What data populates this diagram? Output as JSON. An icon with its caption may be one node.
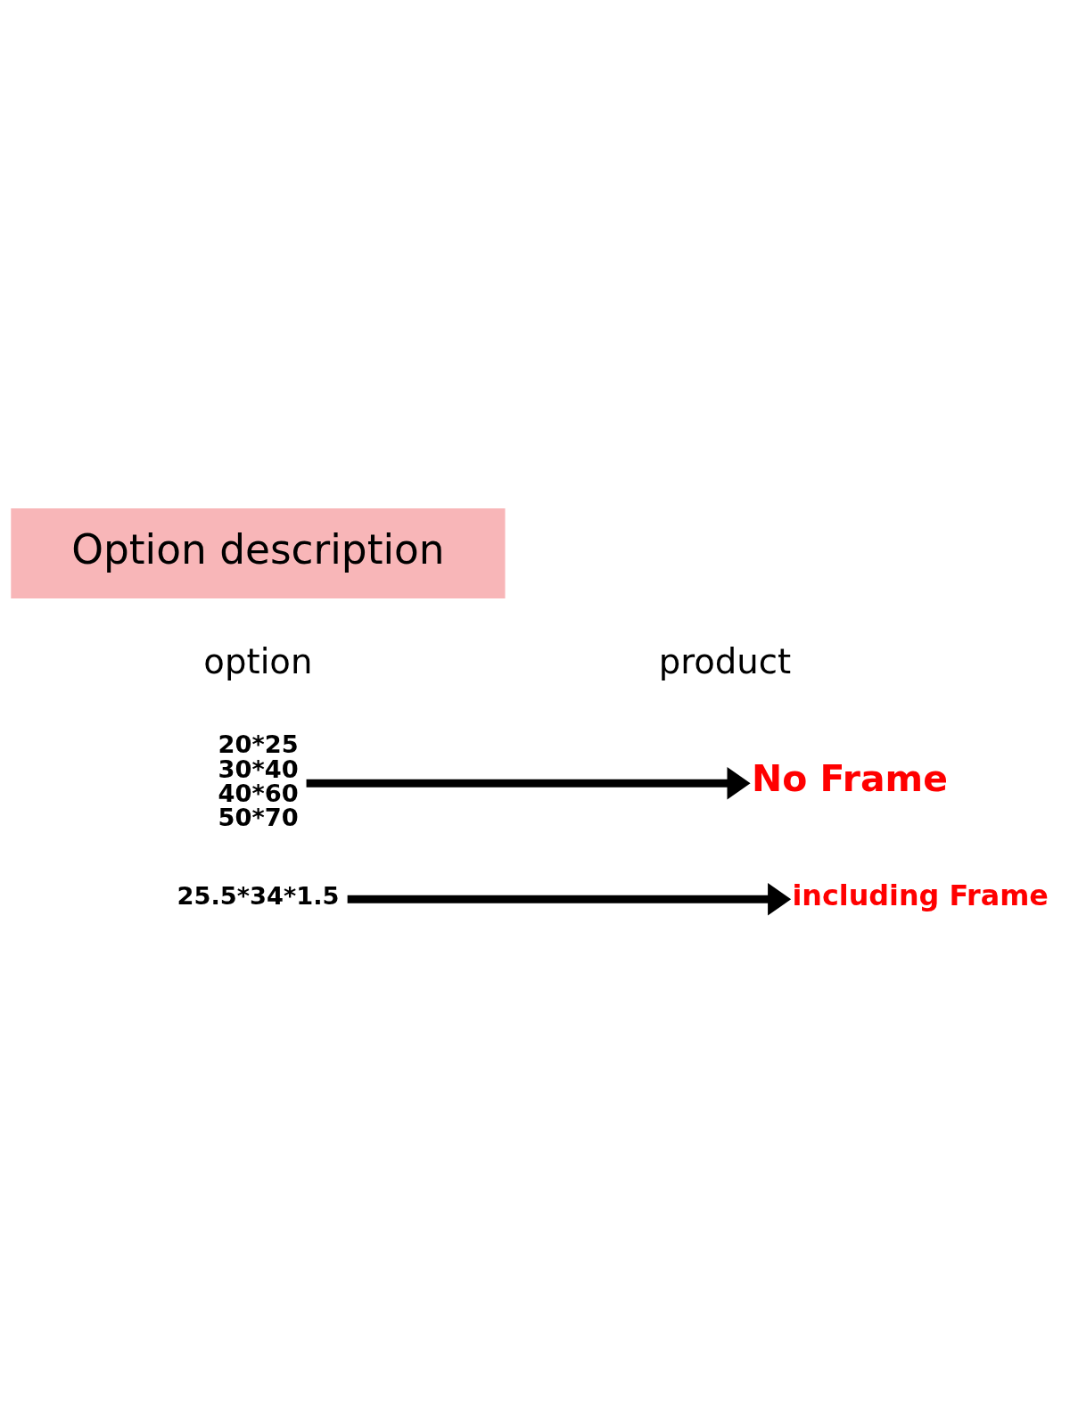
{
  "diagram": {
    "nodes": [
      {
        "text": [
          "Option description"
        ]
      },
      {
        "text": [
          "20*25",
          "30*40",
          "40*60",
          "50*70"
        ]
      },
      {
        "text": [
          "No Frame"
        ]
      },
      {
        "text": [
          "25.5*34*1.5"
        ]
      },
      {
        "text": [
          "including Frame"
        ]
      }
    ],
    "edges": [
      {
        "from": 1,
        "to": 2,
        "arrow": "to"
      },
      {
        "from": 3,
        "to": 4,
        "arrow": "to"
      }
    ],
    "labels": [
      "option",
      "product"
    ]
  }
}
